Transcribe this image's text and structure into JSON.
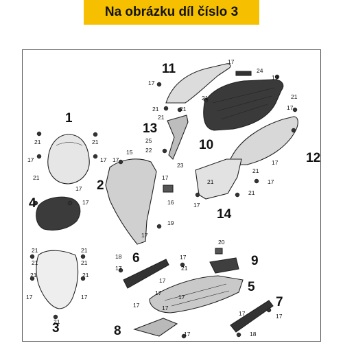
{
  "banner": {
    "text": "Na obrázku díl číslo 3",
    "color": "#f6c000"
  },
  "diagram": {
    "part_numbers": [
      "1",
      "2",
      "3",
      "4",
      "5",
      "6",
      "7",
      "8",
      "9",
      "10",
      "11",
      "12",
      "13",
      "14"
    ],
    "hardware_numbers": {
      "n15": "15",
      "n16": "16",
      "n17": "17",
      "n18": "18",
      "n19": "19",
      "n20": "20",
      "n21": "21",
      "n22": "22",
      "n23": "23",
      "n24": "24",
      "n25": "25"
    }
  }
}
